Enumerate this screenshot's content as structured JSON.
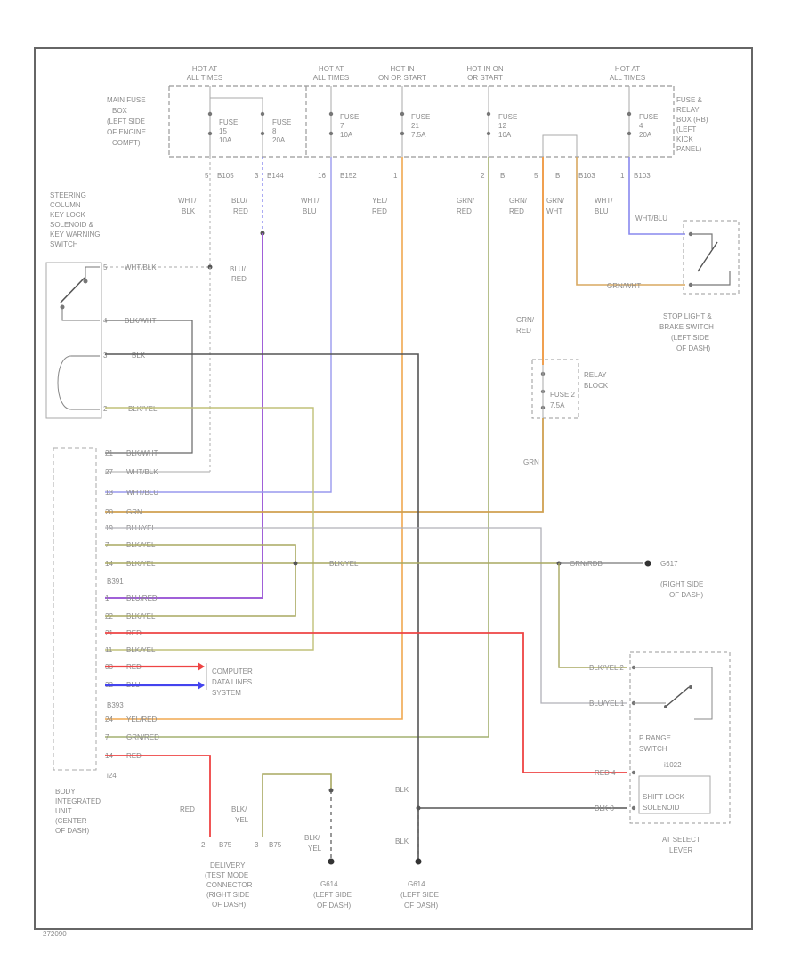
{
  "power": [
    {
      "id": "p1",
      "l1": "HOT AT",
      "l2": "ALL TIMES"
    },
    {
      "id": "p2",
      "l1": "HOT AT",
      "l2": "ALL TIMES"
    },
    {
      "id": "p3",
      "l1": "HOT IN",
      "l2": "ON OR START"
    },
    {
      "id": "p4",
      "l1": "HOT IN ON",
      "l2": "OR START"
    },
    {
      "id": "p5",
      "l1": "HOT AT",
      "l2": "ALL TIMES"
    }
  ],
  "fuses": [
    {
      "l1": "FUSE",
      "l2": "15",
      "l3": "10A"
    },
    {
      "l1": "FUSE",
      "l2": "8",
      "l3": "20A"
    },
    {
      "l1": "FUSE",
      "l2": "7",
      "l3": "10A"
    },
    {
      "l1": "FUSE",
      "l2": "21",
      "l3": "7.5A"
    },
    {
      "l1": "FUSE",
      "l2": "12",
      "l3": "10A"
    },
    {
      "l1": "FUSE",
      "l2": "4",
      "l3": "20A"
    }
  ],
  "main_fuse_box": [
    "MAIN FUSE",
    "BOX",
    "(LEFT SIDE",
    "OF ENGINE",
    "COMPT)"
  ],
  "fuse_relay_box": [
    "FUSE &",
    "RELAY",
    "BOX (RB)",
    "(LEFT",
    "KICK",
    "PANEL)"
  ],
  "pins_top": [
    "5",
    "B105",
    "3",
    "B144",
    "16",
    "B152",
    "1",
    "2",
    "B",
    "5",
    "B",
    "B103",
    "1",
    "B103"
  ],
  "top_wires": [
    {
      "l1": "WHT/",
      "l2": "BLK"
    },
    {
      "l1": "BLU/",
      "l2": "RED"
    },
    {
      "l1": "WHT/",
      "l2": "BLU"
    },
    {
      "l1": "YEL/",
      "l2": "RED"
    },
    {
      "l1": "GRN/",
      "l2": "RED"
    },
    {
      "l1": "GRN/",
      "l2": "RED"
    },
    {
      "l1": "GRN/",
      "l2": "WHT"
    },
    {
      "l1": "WHT/",
      "l2": "BLU"
    }
  ],
  "steering_switch": [
    "STEERING",
    "COLUMN",
    "KEY LOCK",
    "SOLENOID &",
    "KEY WARNING",
    "SWITCH"
  ],
  "steering_pins": [
    {
      "pin": "5",
      "wire": "WHT/BLK"
    },
    {
      "pin": "4",
      "wire": "BLK/WHT"
    },
    {
      "pin": "3",
      "wire": "BLK"
    },
    {
      "pin": "2",
      "wire": "BLK/YEL"
    }
  ],
  "blu_red_branch": {
    "l1": "BLU/",
    "l2": "RED"
  },
  "stop_switch": [
    "STOP LIGHT &",
    "BRAKE SWITCH",
    "(LEFT SIDE",
    "OF DASH)"
  ],
  "stop_wires": {
    "top": "WHT/BLU",
    "bottom": "GRN/WHT"
  },
  "relay_block": {
    "wire_l1": "GRN/",
    "wire_l2": "RED",
    "l1": "RELAY",
    "l2": "BLOCK",
    "fuse": "FUSE 2",
    "amp": "7.5A",
    "out": "GRN"
  },
  "biu_pins": [
    {
      "pin": "21",
      "wire": "BLK/WHT"
    },
    {
      "pin": "27",
      "wire": "WHT/BLK"
    },
    {
      "pin": "13",
      "wire": "WHT/BLU"
    },
    {
      "pin": "20",
      "wire": "GRN"
    },
    {
      "pin": "19",
      "wire": "BLU/YEL"
    },
    {
      "pin": "7",
      "wire": "BLK/YEL"
    },
    {
      "pin": "14",
      "wire": "BLK/YEL"
    },
    {
      "pin": "1",
      "wire": "BLU/RED"
    },
    {
      "pin": "22",
      "wire": "BLK/YEL"
    },
    {
      "pin": "21",
      "wire": "RED"
    },
    {
      "pin": "11",
      "wire": "BLK/YEL"
    },
    {
      "pin": "33",
      "wire": "RED"
    },
    {
      "pin": "32",
      "wire": "BLU"
    },
    {
      "pin": "24",
      "wire": "YEL/RED"
    },
    {
      "pin": "7",
      "wire": "GRN/RED"
    },
    {
      "pin": "14",
      "wire": "RED"
    }
  ],
  "biu_connectors": {
    "a": "B391",
    "b": "B393",
    "c": "i24"
  },
  "biu_label": [
    "BODY",
    "INTEGRATED",
    "UNIT",
    "(CENTER",
    "OF DASH)"
  ],
  "data_lines": [
    "COMPUTER",
    "DATA LINES",
    "SYSTEM"
  ],
  "blk_yel_mid": "BLK/YEL",
  "gnd_r": {
    "wire": "GRN/RDB",
    "name": "G617",
    "l1": "(RIGHT SIDE",
    "l2": "OF DASH)"
  },
  "p_range": {
    "pin1": "BLK/YEL 2",
    "pin2": "BLU/YEL 1",
    "l1": "P RANGE",
    "l2": "SWITCH",
    "conn": "i1022"
  },
  "shift_lock": {
    "pin1": "RED 4",
    "pin2": "BLK 8",
    "l1": "SHIFT LOCK",
    "l2": "SOLENOID"
  },
  "at_lever": [
    "AT SELECT",
    "LEVER"
  ],
  "delivery_wire": "RED",
  "delivery_pins": [
    "2",
    "B75",
    "3",
    "B75"
  ],
  "delivery": [
    "DELIVERY",
    "(TEST MODE",
    "CONNECTOR",
    "(RIGHT SIDE",
    "OF DASH)"
  ],
  "g614_wire": {
    "a1": "BLK/",
    "a2": "YEL",
    "b1": "BLK/",
    "b2": "YEL"
  },
  "g614": [
    "G614",
    "(LEFT SIDE",
    "OF DASH)"
  ],
  "g614b_wire": {
    "a": "BLK",
    "b": "BLK"
  },
  "g614b": [
    "G614",
    "(LEFT SIDE",
    "OF DASH)"
  ],
  "footer_code": "272090",
  "colors": {
    "wire_grey": "#b8b8b8",
    "wire_dark": "#555555",
    "wire_blue": "#8888ee",
    "wire_violet": "#a060d8",
    "wire_orange": "#f0a850",
    "wire_olive": "#b8b860",
    "wire_red": "#ee4444",
    "wire_tan": "#d8a860",
    "wire_green": "#9aaa60"
  }
}
